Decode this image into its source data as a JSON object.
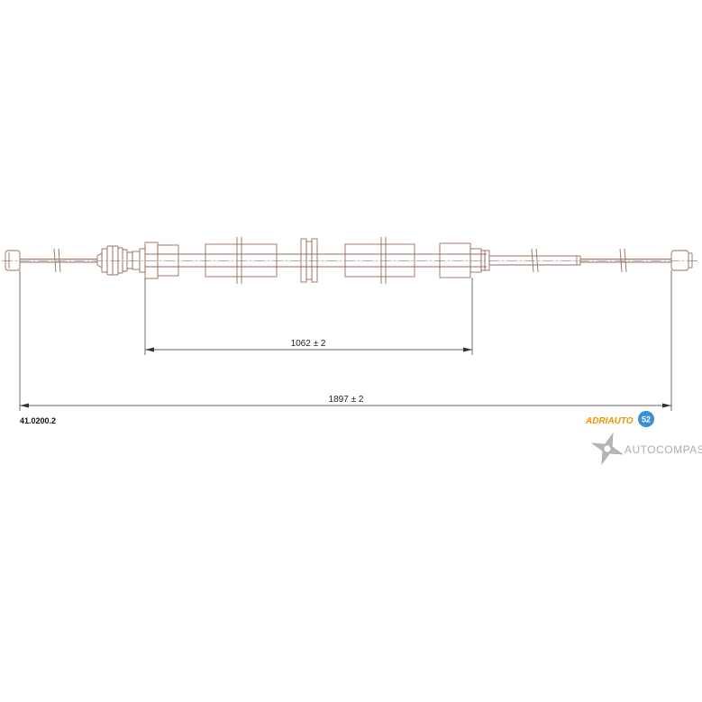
{
  "drawing": {
    "part_number": "41.0200.2",
    "dimensions": {
      "inner": "1062 ± 2",
      "overall": "1897 ± 2"
    }
  },
  "logos": {
    "brand": {
      "text": "ADRIAUTO",
      "badge": "52",
      "color": "#f39200",
      "badge_color": "#3a8fd6"
    },
    "watermark": {
      "text": "AUTOCOMPAS",
      "color": "#9aa0a6"
    }
  }
}
